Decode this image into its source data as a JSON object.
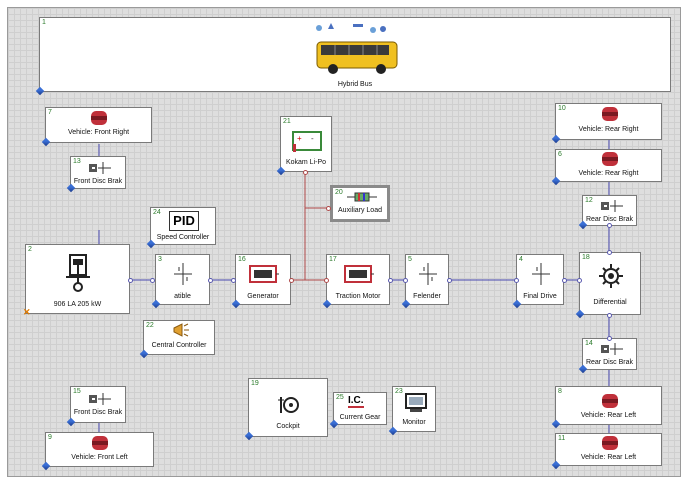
{
  "blocks": {
    "b1": {
      "num": "1",
      "label": "Hybrid Bus"
    },
    "b7": {
      "num": "7",
      "label": "Vehicle: Front Right"
    },
    "b13": {
      "num": "13",
      "label": "Front Disc Brak"
    },
    "b21": {
      "num": "21",
      "label": "Kokam Li-Po"
    },
    "b20": {
      "num": "20",
      "label": "Auxiliary Load"
    },
    "b24": {
      "num": "24",
      "label": "Speed Controller",
      "icon_text": "PID"
    },
    "b2": {
      "num": "2",
      "label": "906 LA 205 kW"
    },
    "b3": {
      "num": "3",
      "label": "atible"
    },
    "b16": {
      "num": "16",
      "label": "Generator"
    },
    "b17": {
      "num": "17",
      "label": "Traction Motor"
    },
    "b5": {
      "num": "5",
      "label": "Felender"
    },
    "b4": {
      "num": "4",
      "label": "Final Drive"
    },
    "b18": {
      "num": "18",
      "label": "Differential"
    },
    "b22": {
      "num": "22",
      "label": "Central Controller"
    },
    "b10": {
      "num": "10",
      "label": "Vehicle: Rear Right"
    },
    "b6": {
      "num": "6",
      "label": "Vehicle: Rear Right"
    },
    "b12": {
      "num": "12",
      "label": "Rear Disc Brak"
    },
    "b14": {
      "num": "14",
      "label": "Rear Disc Brak"
    },
    "b8": {
      "num": "8",
      "label": "Vehicle: Rear Left"
    },
    "b11": {
      "num": "11",
      "label": "Vehicle: Rear Left"
    },
    "b15": {
      "num": "15",
      "label": "Front Disc Brak"
    },
    "b9": {
      "num": "9",
      "label": "Vehicle: Front Left"
    },
    "b19": {
      "num": "19",
      "label": "Cockpit"
    },
    "b25": {
      "num": "25",
      "label": "Current Gear",
      "icon_text": "I.C."
    },
    "b23": {
      "num": "23",
      "label": "Monitor"
    }
  },
  "colors": {
    "wire_blue": "#4a4ab0",
    "wire_red": "#b04a4a",
    "port_fill": "#ffffff",
    "block_number": "#2a7a2a",
    "wheel_red": "#c0303a",
    "bus_yellow": "#f0c020"
  },
  "icons": {
    "vehicle": "wheel-icon",
    "brake": "disc-brake-icon",
    "battery": "battery-icon",
    "aux_load": "resistor-load-icon",
    "engine": "engine-piston-icon",
    "gearbox": "gearbox-icon",
    "motor": "electric-motor-icon",
    "differential": "differential-icon",
    "controller": "horn-controller-icon",
    "cockpit": "steering-pedal-icon",
    "monitor": "monitor-icon",
    "bus": "bus-icon"
  }
}
